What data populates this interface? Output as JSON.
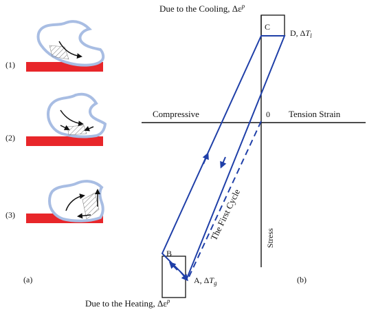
{
  "colors": {
    "blade_outline": "#a8bde3",
    "workpiece": "#e8262a",
    "cycle_line": "#1f3fa8",
    "axis": "#111111"
  },
  "panel_a": {
    "steps": [
      {
        "label": "(1)"
      },
      {
        "label": "(2)"
      },
      {
        "label": "(3)"
      }
    ],
    "caption": "(a)"
  },
  "panel_b": {
    "caption": "(b)",
    "top_label": "Due to the Cooling, Δε",
    "top_label_sup": "p",
    "bottom_label": "Due to the Heating, Δε",
    "bottom_label_sup": "p",
    "axis_left": "Compressive",
    "axis_right": "Tension Strain",
    "origin": "0",
    "axis_vertical": "Stress",
    "diagonal_label": "The First Cycle",
    "points": {
      "A": {
        "name": "A, Δ",
        "var": "T",
        "sub": "g"
      },
      "B": {
        "name": "B"
      },
      "C": {
        "name": "C"
      },
      "D": {
        "name": "D, Δ",
        "var": "T",
        "sub": "l"
      }
    }
  }
}
